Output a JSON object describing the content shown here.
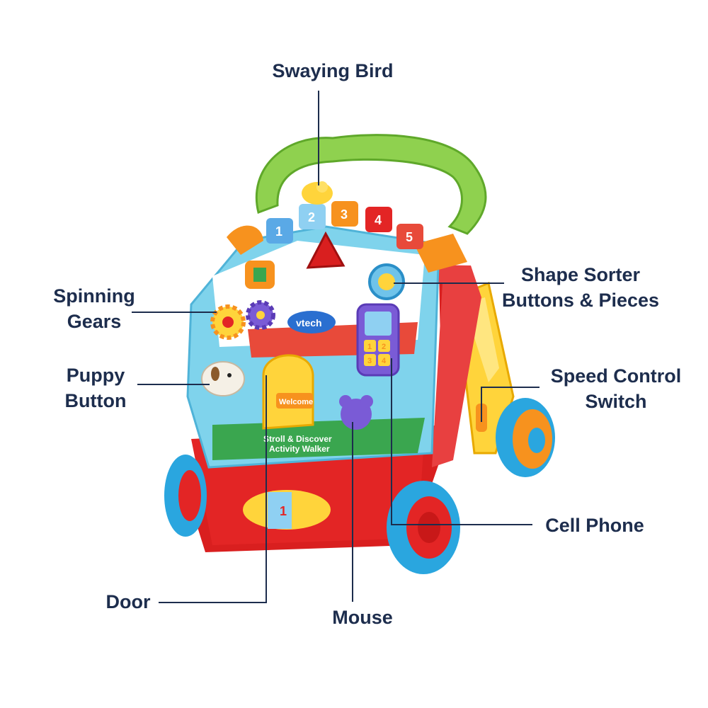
{
  "diagram": {
    "product_logo": "vtech",
    "panel_label": [
      "Stroll & Discover",
      "Activity Walker"
    ],
    "welcome_sign": "Welcome",
    "number_blocks": [
      "1",
      "2",
      "3",
      "4",
      "5"
    ],
    "phone_keys": [
      "1",
      "2",
      "3",
      "4"
    ],
    "colors": {
      "label_text": "#1d2d4d",
      "leader_line": "#1d2d4d",
      "handle_green": "#8fd14f",
      "body_red": "#e32525",
      "wheel_blue": "#2aa6df",
      "panel_blue": "#7fd3ec",
      "accent_yellow": "#ffd43b",
      "accent_orange": "#f7921e"
    }
  },
  "callouts": {
    "swaying_bird": [
      "Swaying Bird"
    ],
    "spinning_gears": [
      "Spinning",
      "Gears"
    ],
    "shape_sorter": [
      "Shape Sorter",
      "Buttons & Pieces"
    ],
    "puppy_button": [
      "Puppy",
      "Button"
    ],
    "speed_control": [
      "Speed Control",
      "Switch"
    ],
    "cell_phone": [
      "Cell Phone"
    ],
    "door": [
      "Door"
    ],
    "mouse": [
      "Mouse"
    ]
  }
}
